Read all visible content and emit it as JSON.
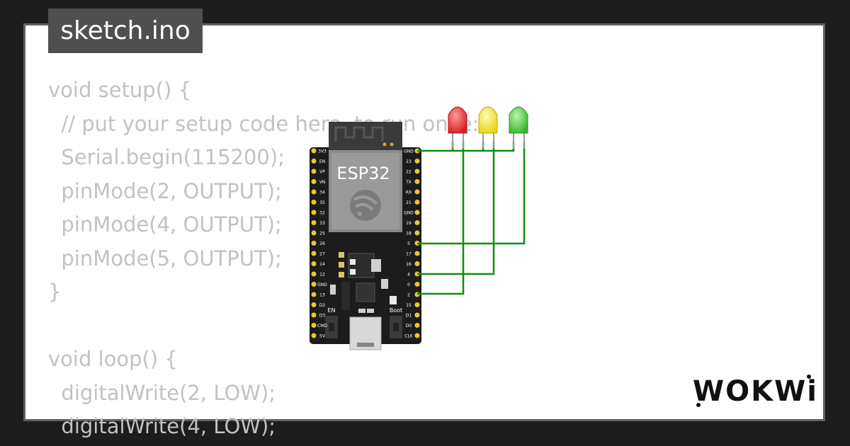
{
  "file": {
    "name": "sketch.ino"
  },
  "code": {
    "lines": [
      "void setup() {",
      "  // put your setup code here, to run once:",
      "  Serial.begin(115200);",
      "  pinMode(2, OUTPUT);",
      "  pinMode(4, OUTPUT);",
      "  pinMode(5, OUTPUT);",
      "}",
      "",
      "void loop() {",
      "  digitalWrite(2, LOW);",
      "  digitalWrite(4, LOW);"
    ]
  },
  "board": {
    "chip_label": "ESP32",
    "left_pins": [
      "3V3",
      "EN",
      "VP",
      "VN",
      "34",
      "35",
      "32",
      "33",
      "25",
      "26",
      "27",
      "14",
      "12",
      "GND",
      "13",
      "D2",
      "D3",
      "CMD",
      "5V"
    ],
    "right_pins": [
      "GND",
      "23",
      "22",
      "TX",
      "RX",
      "21",
      "GND",
      "19",
      "18",
      "5",
      "17",
      "16",
      "4",
      "0",
      "2",
      "15",
      "D1",
      "D0",
      "CLK"
    ],
    "en_label": "EN",
    "boot_label": "Boot"
  },
  "leds": [
    {
      "color": "red",
      "hex": "#e23b3b"
    },
    {
      "color": "yellow",
      "hex": "#f2e83a"
    },
    {
      "color": "green",
      "hex": "#5cd24e"
    }
  ],
  "wire_color": "#0f8f0f",
  "brand": {
    "logo_text": "WOKWi"
  }
}
